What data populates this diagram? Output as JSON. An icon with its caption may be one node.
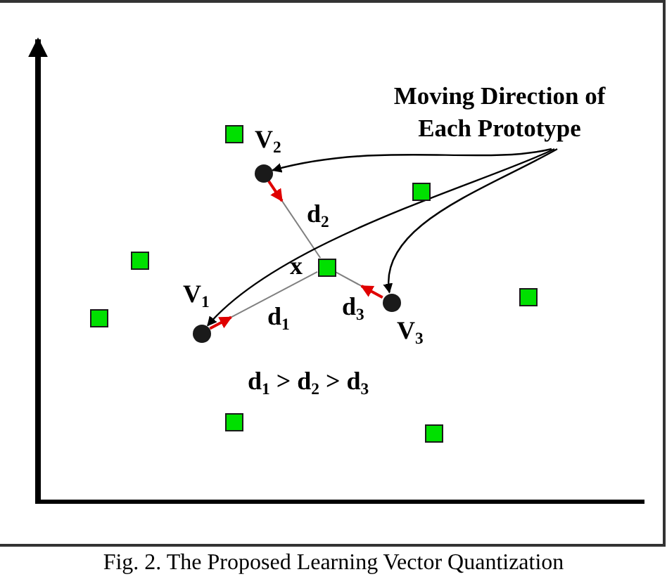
{
  "diagram": {
    "caption": "Fig. 2. The Proposed Learning Vector Quantization",
    "nodes": [
      {
        "text": [
          "Moving Direction of Each Prototype"
        ]
      },
      {
        "text": [],
        "shape": "box"
      },
      {
        "text": [],
        "shape": "circle",
        "beside": [
          "V$_{2}$"
        ]
      },
      {
        "text": [],
        "shape": "box"
      },
      {
        "text": [],
        "shape": "box"
      },
      {
        "text": [],
        "shape": "box",
        "beside": [
          "x"
        ]
      },
      {
        "text": [],
        "shape": "box"
      },
      {
        "text": [],
        "shape": "circle",
        "beside": [
          "V$_{3}$"
        ]
      },
      {
        "text": [],
        "shape": "box"
      },
      {
        "text": [],
        "shape": "circle",
        "beside": [
          "V$_{1}$"
        ]
      },
      {
        "text": [],
        "shape": "box"
      },
      {
        "text": [],
        "shape": "box"
      }
    ],
    "edges": [
      {
        "from": 0,
        "to": 2,
        "arrow": "to"
      },
      {
        "from": 0,
        "to": 9,
        "arrow": "to"
      },
      {
        "from": 0,
        "to": 7,
        "arrow": "to"
      },
      {
        "from": 9,
        "to": 5,
        "arrow": "none",
        "label": "d$_{1}$",
        "color": "#808080"
      },
      {
        "from": 2,
        "to": 5,
        "arrow": "none",
        "label": "d$_{2}$",
        "color": "#808080"
      },
      {
        "from": 7,
        "to": 5,
        "arrow": "none",
        "label": "d$_{3}$",
        "color": "#808080"
      }
    ],
    "labels": [
      "d$_{1}$ > d$_{2}$ > d$_{3}$"
    ]
  }
}
